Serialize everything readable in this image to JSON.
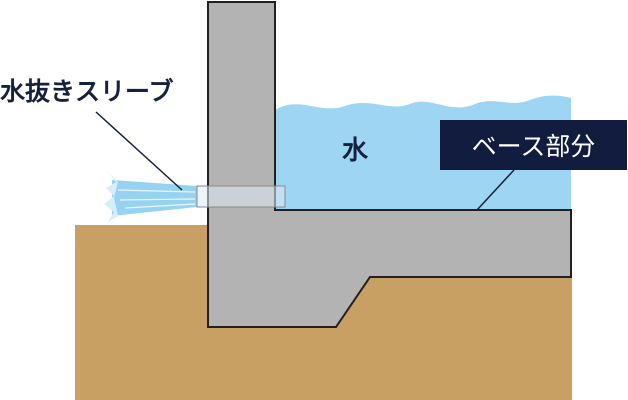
{
  "labels": {
    "drain_sleeve": "水抜きスリーブ",
    "water": "水",
    "base_part": "ベース部分"
  },
  "colors": {
    "ground": "#c9a063",
    "concrete": "#b3b3b3",
    "water": "#9dd5f2",
    "navy": "#111c3f"
  }
}
